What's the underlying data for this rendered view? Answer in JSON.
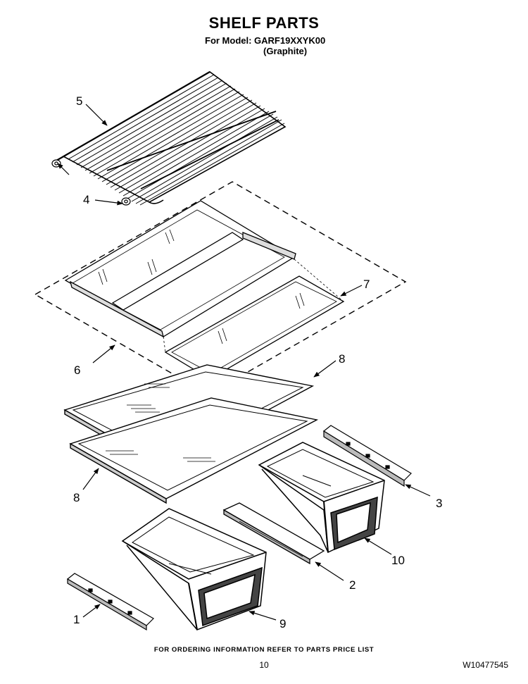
{
  "header": {
    "title": "SHELF PARTS",
    "model_line": "For Model: GARF19XXYK00",
    "variant_line": "(Graphite)"
  },
  "callouts": {
    "c1": "1",
    "c2": "2",
    "c3": "3",
    "c4": "4",
    "c5": "5",
    "c6": "6",
    "c7": "7",
    "c8a": "8",
    "c8b": "8",
    "c9": "9",
    "c10": "10"
  },
  "footer": {
    "ordering_note": "FOR ORDERING INFORMATION REFER TO PARTS PRICE LIST",
    "page_number": "10",
    "document_number": "W10477545"
  }
}
